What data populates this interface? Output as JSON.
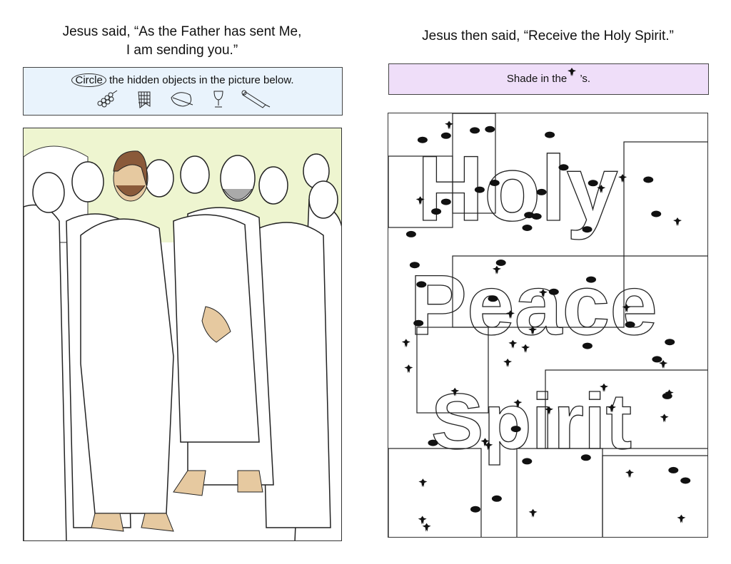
{
  "left": {
    "title_line1": "Jesus said, “As the Father has sent Me,",
    "title_line2": "I am sending you.”",
    "instruction_circle": "Circle",
    "instruction_rest": " the hidden objects in the picture below.",
    "hidden_objects": [
      "grapes-icon",
      "net-icon",
      "leaf-icon",
      "cup-icon",
      "scroll-icon"
    ],
    "colors": {
      "box": "#e9f3fc",
      "sky": "#eef5d0",
      "skin": "#e6c9a0",
      "hair": "#8a5a3a"
    }
  },
  "right": {
    "title": "Jesus then said, “Receive the Holy Spirit.”",
    "instruction_pre": "Shade in the",
    "instruction_post": " ’s.",
    "colors": {
      "box": "#efdef9"
    },
    "puzzle_words": [
      "Holy",
      "Peace",
      "Spirit"
    ]
  }
}
